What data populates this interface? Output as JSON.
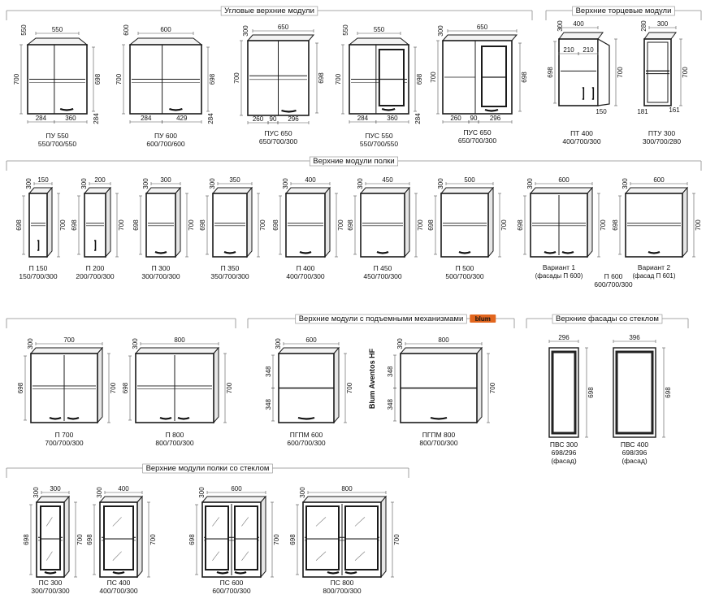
{
  "sections": {
    "corner": "Угловые верхние модули",
    "end": "Верхние торцевые модули",
    "shelf": "Верхние модули полки",
    "lift": "Верхние модули с подъемными механизмами",
    "glass_facades": "Верхние фасады со стеклом",
    "glass_shelf": "Верхние модули полки со стеклом"
  },
  "brand": {
    "label": "blum",
    "color": "#e2661e"
  },
  "mechanism_label": "Blum Aventos HF",
  "colors": {
    "line": "#1a1a1a",
    "dim": "#555555",
    "handle": "#111111",
    "section_line": "#8a8a8a"
  },
  "modules": {
    "pu550": {
      "name": "ПУ 550",
      "size": "550/700/550",
      "w": "550",
      "d": "550",
      "h": "700",
      "hin": "698",
      "b1": "284",
      "b2": "360",
      "b3": "284"
    },
    "pu600": {
      "name": "ПУ 600",
      "size": "600/700/600",
      "w": "600",
      "d": "600",
      "h": "700",
      "hin": "698",
      "b1": "284",
      "b2": "429",
      "b3": "284"
    },
    "pus650": {
      "name": "ПУС 650",
      "size": "650/700/300",
      "w": "650",
      "d": "300",
      "h": "700",
      "hin": "698",
      "b1": "260",
      "b2": "90",
      "b3": "296"
    },
    "pus550": {
      "name": "ПУС 550",
      "size": "550/700/550",
      "w": "550",
      "d": "550",
      "h": "700",
      "hin": "698",
      "b1": "284",
      "b2": "360",
      "b3": "284"
    },
    "pus650b": {
      "name": "ПУС 650",
      "size": "650/700/300",
      "w": "650",
      "d": "300",
      "h": "700",
      "hin": "698",
      "b1": "260",
      "b2": "90",
      "b3": "296"
    },
    "pt400": {
      "name": "ПТ 400",
      "size": "400/700/300",
      "w": "400",
      "d": "300",
      "h": "700",
      "hin": "698",
      "w1": "210",
      "w2": "210",
      "b1": "150"
    },
    "ptu300": {
      "name": "ПТУ 300",
      "size": "300/700/280",
      "w": "300",
      "d": "280",
      "h": "700",
      "b1": "181",
      "b2": "161"
    },
    "p150": {
      "name": "П 150",
      "size": "150/700/300",
      "w": "150",
      "d": "300",
      "h": "700",
      "hin": "698"
    },
    "p200": {
      "name": "П 200",
      "size": "200/700/300",
      "w": "200",
      "d": "300",
      "h": "700",
      "hin": "698"
    },
    "p300": {
      "name": "П 300",
      "size": "300/700/300",
      "w": "300",
      "d": "300",
      "h": "700",
      "hin": "698"
    },
    "p350": {
      "name": "П 350",
      "size": "350/700/300",
      "w": "350",
      "d": "300",
      "h": "700",
      "hin": "698"
    },
    "p400": {
      "name": "П 400",
      "size": "400/700/300",
      "w": "400",
      "d": "300",
      "h": "700",
      "hin": "698"
    },
    "p450": {
      "name": "П 450",
      "size": "450/700/300",
      "w": "450",
      "d": "300",
      "h": "700",
      "hin": "698"
    },
    "p500": {
      "name": "П 500",
      "size": "500/700/300",
      "w": "500",
      "d": "300",
      "h": "700",
      "hin": "698"
    },
    "p600": {
      "name": "П 600",
      "size": "600/700/300",
      "w": "600",
      "d": "300",
      "h": "700",
      "hin": "698",
      "v1": "Вариант 1",
      "v1s": "(фасады П 600)",
      "v2": "Вариант 2",
      "v2s": "(фасад П 601)"
    },
    "p700": {
      "name": "П 700",
      "size": "700/700/300",
      "w": "700",
      "d": "300",
      "h": "700",
      "hin": "698"
    },
    "p800": {
      "name": "П 800",
      "size": "800/700/300",
      "w": "800",
      "d": "300",
      "h": "700",
      "hin": "698"
    },
    "pgpm600": {
      "name": "ПГПМ 600",
      "size": "600/700/300",
      "w": "600",
      "d": "300",
      "h": "700",
      "f1": "348",
      "f2": "348"
    },
    "pgpm800": {
      "name": "ПГПМ 800",
      "size": "800/700/300",
      "w": "800",
      "d": "300",
      "h": "700",
      "f1": "348",
      "f2": "348"
    },
    "pvs300": {
      "name": "ПВС 300",
      "size": "698/296",
      "note": "(фасад)",
      "w": "296",
      "h": "698"
    },
    "pvs400": {
      "name": "ПВС 400",
      "size": "698/396",
      "note": "(фасад)",
      "w": "396",
      "h": "698"
    },
    "ps300": {
      "name": "ПС 300",
      "size": "300/700/300",
      "w": "300",
      "d": "300",
      "h": "700",
      "hin": "698"
    },
    "ps400": {
      "name": "ПС 400",
      "size": "400/700/300",
      "w": "400",
      "d": "300",
      "h": "700",
      "hin": "698"
    },
    "ps600": {
      "name": "ПС 600",
      "size": "600/700/300",
      "w": "600",
      "d": "300",
      "h": "700",
      "hin": "698"
    },
    "ps800": {
      "name": "ПС 800",
      "size": "800/700/300",
      "w": "800",
      "d": "300",
      "h": "700",
      "hin": "698"
    }
  }
}
